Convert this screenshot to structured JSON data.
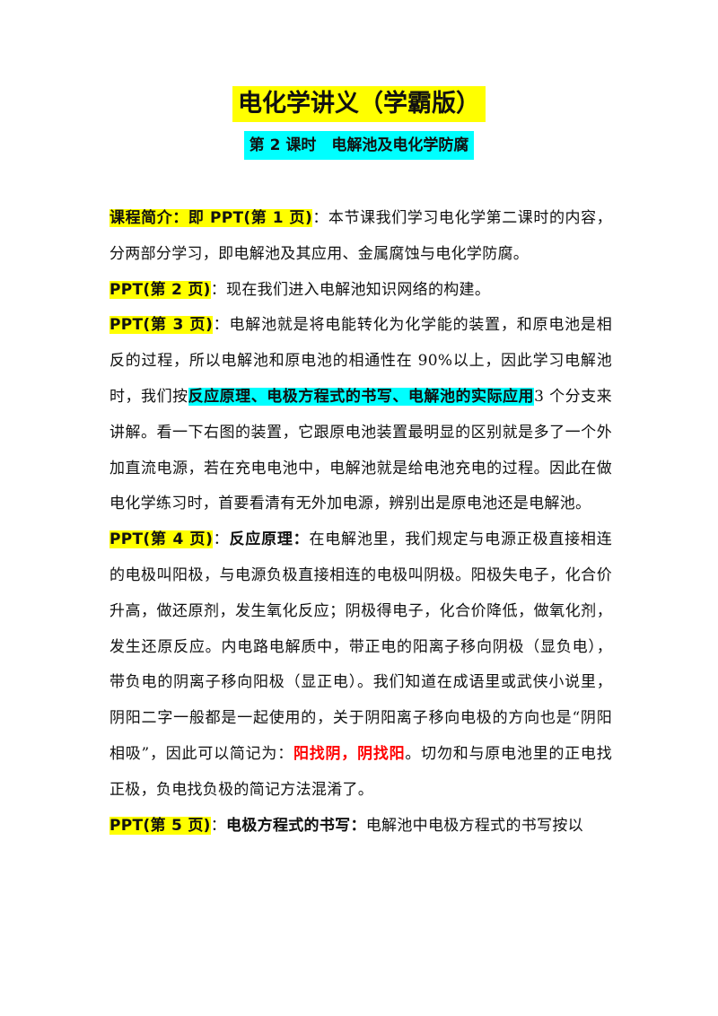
{
  "doc": {
    "title": "电化学讲义（学霸版）",
    "subtitle": "第 2 课时　电解池及电化学防腐"
  },
  "paragraphs": [
    {
      "label": "课程简介：即 PPT(第 1 页)",
      "sep": "：",
      "text": "本节课我们学习电化学第二课时的内容，分两部分学习，即电解池及其应用、金属腐蚀与电化学防腐。"
    },
    {
      "label": "PPT(第 2 页)",
      "sep": "：",
      "text": "现在我们进入电解池知识网络的构建。"
    },
    {
      "label": "PPT(第 3 页)",
      "sep": "：",
      "text1": "电解池就是将电能转化为化学能的装置，和原电池是相反的过程，所以电解池和原电池的相通性在 90%以上，因此学习电解池时，我们按",
      "highlight": "反应原理、电极方程式的书写、电解池的实际应用",
      "text2": "3 个分支来讲解。看一下右图的装置，它跟原电池装置最明显的区别就是多了一个外加直流电源，若在充电电池中，电解池就是给电池充电的过程。因此在做电化学练习时，首要看清有无外加电源，辨别出是原电池还是电解池。"
    },
    {
      "label": "PPT(第 4 页)",
      "sep": "：",
      "bold": "反应原理：",
      "text1": "在电解池里，我们规定与电源正极直接相连的电极叫阳极，与电源负极直接相连的电极叫阴极。阳极失电子，化合价升高，做还原剂，发生氧化反应；阴极得电子，化合价降低，做氧化剂，发生还原反应。内电路电解质中，带正电的阳离子移向阴极（显负电），带负电的阴离子移向阳极（显正电）。我们知道在成语里或武侠小说里，阴阳二字一般都是一起使用的，关于阴阳离子移向电极的方向也是“阴阳相吸”，因此可以简记为：",
      "red": "阳找阴，阴找阳",
      "text2": "。切勿和与原电池里的正电找正极，负电找负极的简记方法混淆了。"
    },
    {
      "label": "PPT(第 5 页)",
      "sep": "：",
      "bold": "电极方程式的书写：",
      "text1": "电解池中电极方程式的书写按以"
    }
  ]
}
